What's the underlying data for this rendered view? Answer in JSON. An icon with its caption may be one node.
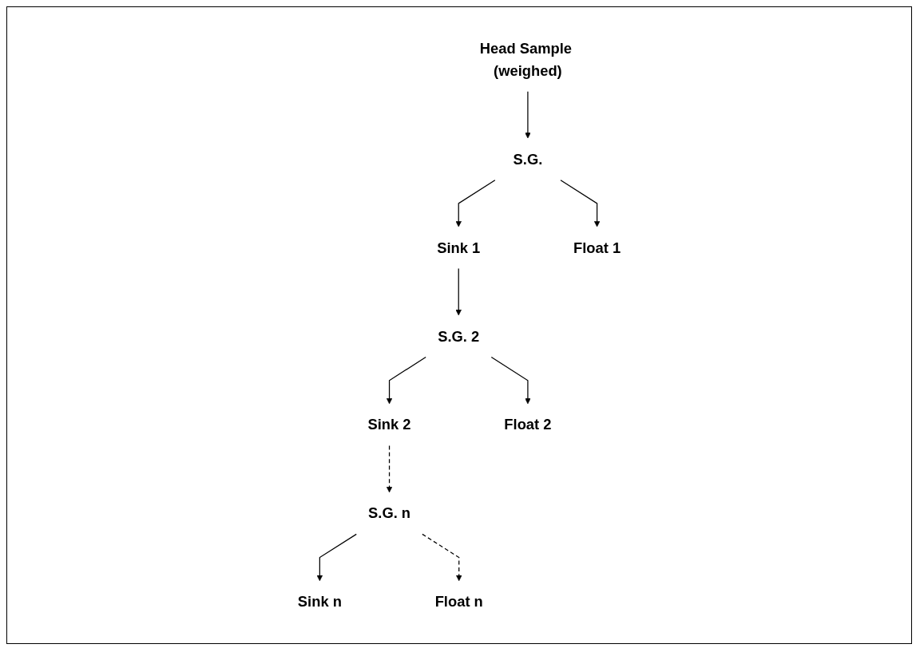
{
  "diagram": {
    "nodes": [
      {
        "text": [
          "Head Sample (weighed)"
        ]
      },
      {
        "text": [
          "S.G."
        ]
      },
      {
        "text": [
          "Sink 1"
        ]
      },
      {
        "text": [
          "Float 1"
        ]
      },
      {
        "text": [
          "S.G. 2"
        ]
      },
      {
        "text": [
          "Sink 2"
        ]
      },
      {
        "text": [
          "Float 2"
        ]
      },
      {
        "text": [
          "S.G. n"
        ]
      },
      {
        "text": [
          "Sink n"
        ]
      },
      {
        "text": [
          "Float n"
        ]
      }
    ],
    "edges": [
      {
        "from": 0,
        "to": 1,
        "arrow": "to"
      },
      {
        "from": 1,
        "to": 2,
        "arrow": "to"
      },
      {
        "from": 1,
        "to": 3,
        "arrow": "to"
      },
      {
        "from": 2,
        "to": 4,
        "arrow": "to"
      },
      {
        "from": 4,
        "to": 5,
        "arrow": "to"
      },
      {
        "from": 4,
        "to": 6,
        "arrow": "to"
      },
      {
        "from": 5,
        "to": 7,
        "arrow": "to",
        "style": "dashed"
      },
      {
        "from": 7,
        "to": 8,
        "arrow": "to"
      },
      {
        "from": 7,
        "to": 9,
        "arrow": "to",
        "style": "dashed"
      }
    ]
  }
}
